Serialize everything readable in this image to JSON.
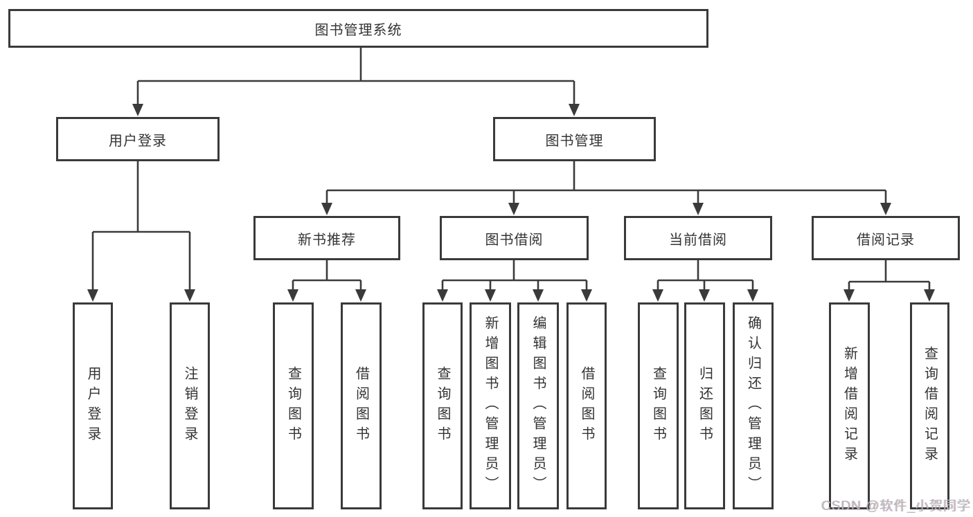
{
  "colors": {
    "line": "#3a3a3a",
    "box_border": "#3a3a3a",
    "box_fill": "#ffffff",
    "text": "#333333",
    "watermark_text": "#b9b9b9"
  },
  "tree": {
    "root": "图书管理系统",
    "children": [
      {
        "label": "用户登录",
        "children": [
          "用户登录",
          "注销登录"
        ]
      },
      {
        "label": "图书管理",
        "children": [
          {
            "label": "新书推荐",
            "children": [
              "查询图书",
              "借阅图书"
            ]
          },
          {
            "label": "图书借阅",
            "children": [
              "查询图书",
              "新增图书（管理员）",
              "编辑图书（管理员）",
              "借阅图书"
            ]
          },
          {
            "label": "当前借阅",
            "children": [
              "查询图书",
              "归还图书",
              "确认归还（管理员）"
            ]
          },
          {
            "label": "借阅记录",
            "children": [
              "新增借阅记录",
              "查询借阅记录"
            ]
          }
        ]
      }
    ]
  },
  "watermark": "CSDN @软件_小贺同学"
}
